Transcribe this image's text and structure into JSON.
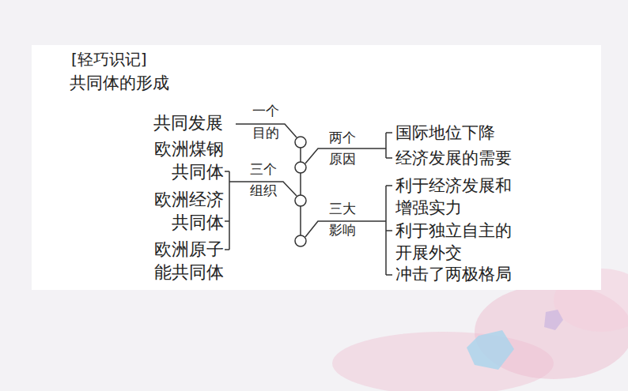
{
  "diagram": {
    "title": "共同体的形成",
    "labels": [
      "[轻巧识记]",
      "共同发展",
      "一个目的",
      "欧洲煤钢共同体",
      "三个组织",
      "欧洲经济共同体",
      "欧洲原子能共同体",
      "两个原因",
      "国际地位下降",
      "经济发展的需要",
      "三大影响",
      "利于经济发展和增强实力",
      "利于独立自主的开展外交",
      "冲击了两极格局"
    ]
  }
}
